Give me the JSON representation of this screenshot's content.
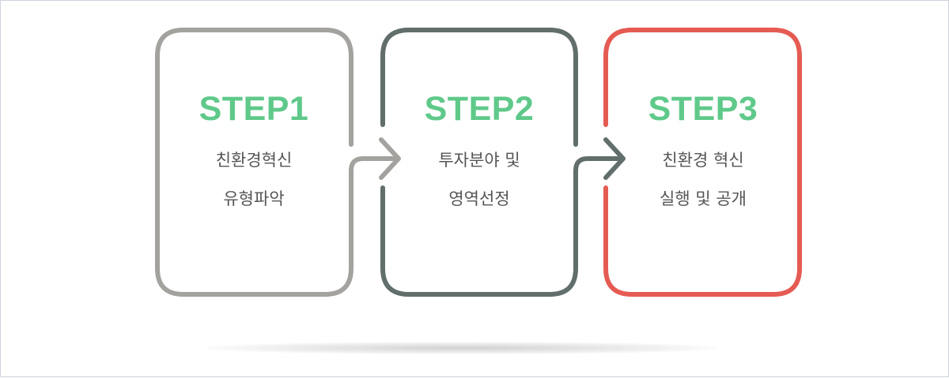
{
  "steps": [
    {
      "title": "STEP1",
      "line1": "친환경혁신",
      "line2": "유형파악",
      "border_color": "#a3a29e"
    },
    {
      "title": "STEP2",
      "line1": "투자분야 및",
      "line2": "영역선정",
      "border_color": "#616e6c"
    },
    {
      "title": "STEP3",
      "line1": "친환경 혁신",
      "line2": "실행 및 공개",
      "border_color": "#e55b53"
    }
  ],
  "title_color": "#5fc98a"
}
